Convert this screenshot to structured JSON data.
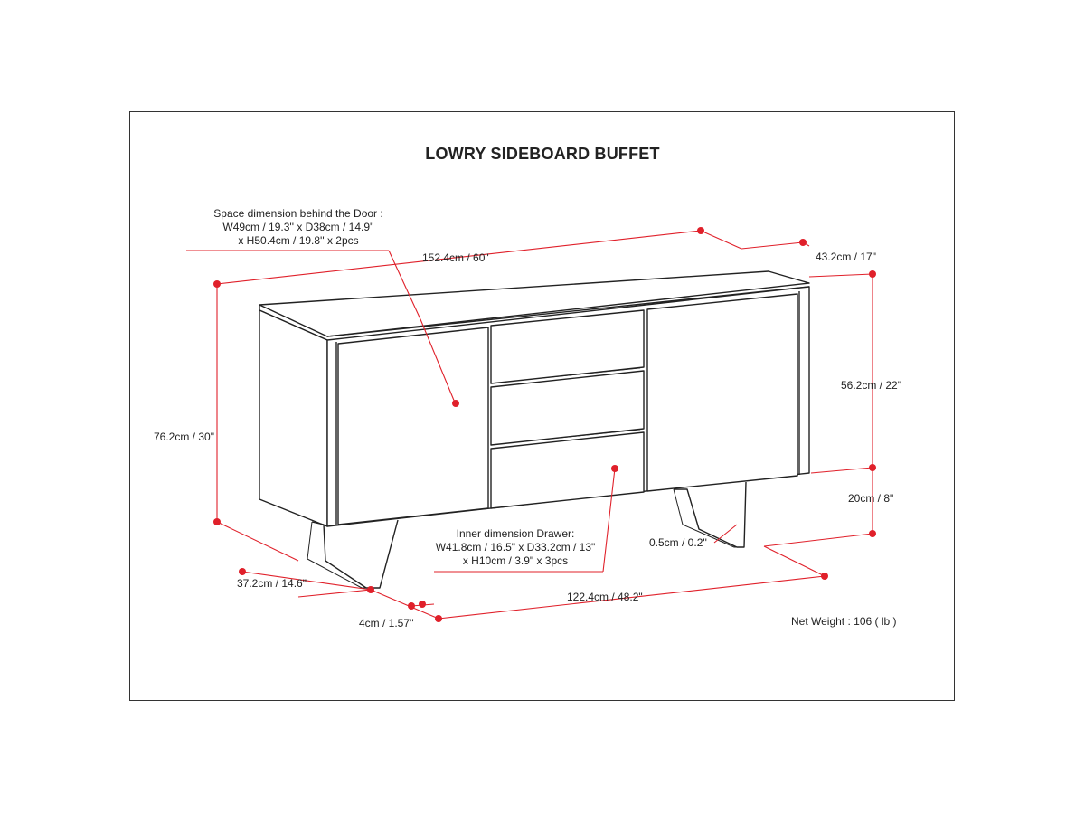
{
  "title": "LOWRY SIDEBOARD BUFFET",
  "notes": {
    "door_space": [
      "Space dimension behind the Door :",
      "W49cm / 19.3'' x D38cm / 14.9''",
      "x H50.4cm / 19.8'' x 2pcs"
    ],
    "drawer_inner": [
      "Inner dimension Drawer:",
      "W41.8cm / 16.5\" x D33.2cm / 13\"",
      "x H10cm / 3.9\" x 3pcs"
    ]
  },
  "dimensions": {
    "width": "152.4cm / 60\"",
    "depth": "43.2cm / 17\"",
    "height": "76.2cm / 30\"",
    "cabinet_height": "56.2cm / 22\"",
    "leg_height": "20cm / 8\"",
    "leg_depth": "37.2cm / 14.6\"",
    "leg_width": "4cm / 1.57''",
    "leg_span": "122.4cm / 48.2\"",
    "leg_thickness": "0.5cm / 0.2''"
  },
  "net_weight": "Net Weight : 106 ( lb )",
  "colors": {
    "dimension": "#e0202a",
    "line": "#222222"
  }
}
